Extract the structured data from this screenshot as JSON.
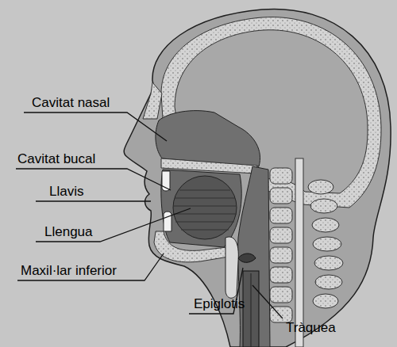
{
  "diagram": {
    "labels": [
      "Cavitat nasal",
      "Cavitat bucal",
      "Llavis",
      "Llengua",
      "Maxil·lar inferior",
      "Epiglotis",
      "Tràquea"
    ]
  }
}
